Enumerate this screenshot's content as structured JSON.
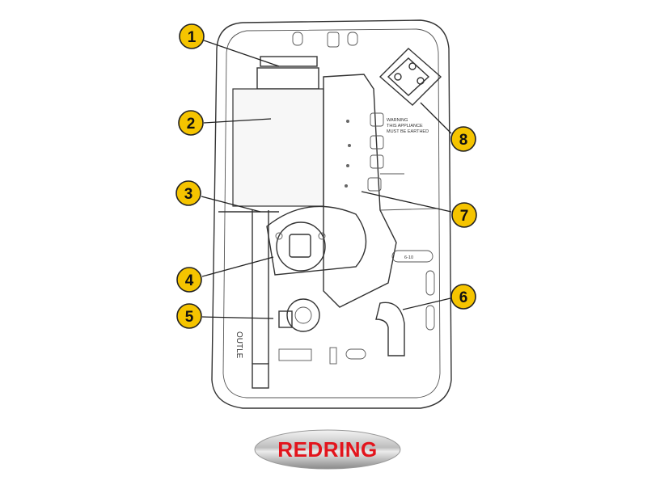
{
  "diagram": {
    "title": "Redring shower internal components",
    "labels": {
      "warning_title": "WARNING",
      "warning_line1": "THIS APPLIANCE",
      "warning_line2": "MUST BE EARTHED",
      "range_label": "6-10",
      "outlet_label": "OUTLE"
    },
    "callouts": [
      "1",
      "2",
      "3",
      "4",
      "5",
      "6",
      "7",
      "8"
    ],
    "callout_color": "#f5c400"
  },
  "logo": {
    "text": "REDRING",
    "color": "#e3141c"
  }
}
